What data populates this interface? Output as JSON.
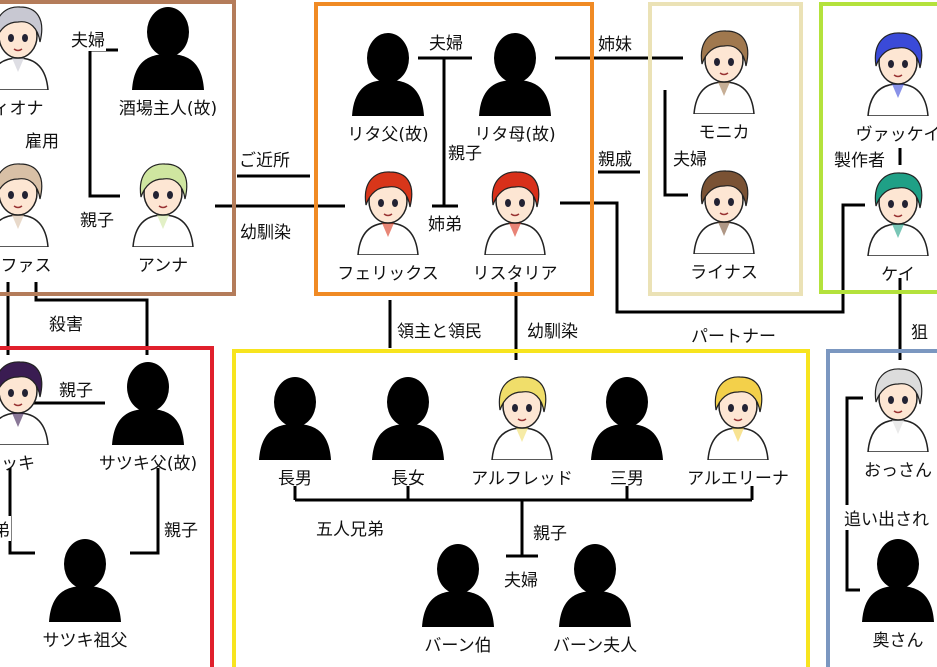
{
  "colors": {
    "tavern_group": "#b47c5a",
    "rista_group": "#f08a24",
    "monica_group": "#ebe2b6",
    "kei_group": "#b4e23c",
    "satsuki_group": "#e0202c",
    "baan_group": "#f7e41e",
    "ossan_group": "#7b97c0",
    "line": "#000000",
    "silhouette": "#000000"
  },
  "characters": {
    "fiona": "ィオナ",
    "tavern_master": "酒場主人(故)",
    "rufus": "ーファス",
    "anna": "アンナ",
    "rita_father": "リタ父(故)",
    "rita_mother": "リタ母(故)",
    "felix": "フェリックス",
    "ristaria": "リスタリア",
    "monica": "モニカ",
    "linus": "ライナス",
    "vakke": "ヴァッケイ",
    "kei": "ケイ",
    "satsuki": "ッキ",
    "satsuki_father": "サツキ父(故)",
    "satsuki_grandfather": "サツキ祖父",
    "eldest_son": "長男",
    "eldest_daughter": "長女",
    "alfred": "アルフレッド",
    "third_son": "三男",
    "aleena": "アルエリーナ",
    "lord_baan": "バーン伯",
    "lady_baan": "バーン夫人",
    "ossan": "おっさん",
    "wife": "奥さん"
  },
  "relations": {
    "fiona_tavern": "夫婦",
    "fiona_rufus": "雇用",
    "anna_parent": "親子",
    "kinjo": "ご近所",
    "osananajimi_left": "幼馴染",
    "rita_parents": "夫婦",
    "rita_child": "親子",
    "siblings": "姉弟",
    "sisters": "姉妹",
    "relatives": "親戚",
    "monica_linus": "夫婦",
    "maker": "製作者",
    "murder": "殺害",
    "satsuki_parent": "親子",
    "satsuki_grand_left": "弟",
    "satsuki_grand_right": "親子",
    "lord_people": "領主と領民",
    "osananajimi_center": "幼馴染",
    "partner": "パートナー",
    "five_siblings": "五人兄弟",
    "baan_child": "親子",
    "baan_couple": "夫婦",
    "target": "狙",
    "expelled": "追い出され"
  }
}
